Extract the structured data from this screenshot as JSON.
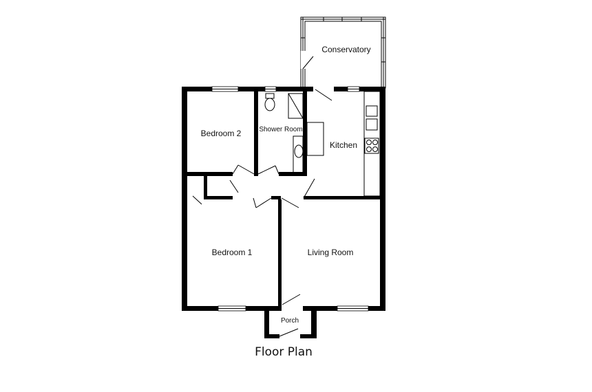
{
  "rooms": {
    "conservatory": "Conservatory",
    "bedroom2": "Bedroom 2",
    "shower_room": "Shower Room",
    "kitchen": "Kitchen",
    "bedroom1": "Bedroom 1",
    "living_room": "Living Room",
    "porch": "Porch"
  },
  "caption": "Floor Plan"
}
